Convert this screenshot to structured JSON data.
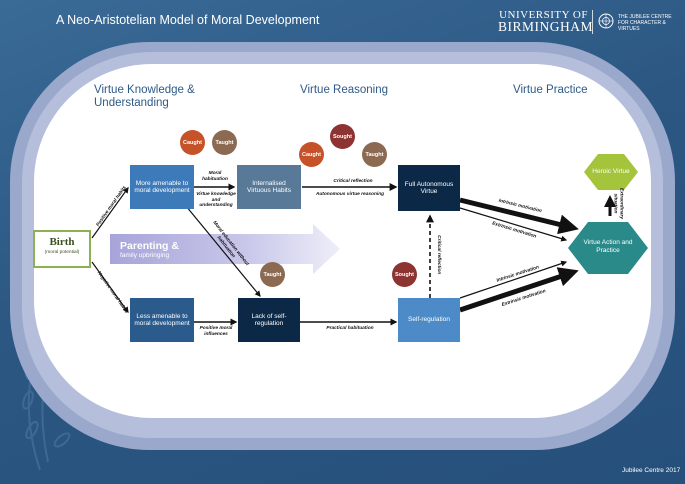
{
  "header": {
    "title": "A Neo-Aristotelian Model of Moral Development",
    "university_line1": "UNIVERSITY OF",
    "university_line2": "BIRMINGHAM",
    "centre_line1": "THE JUBILEE CENTRE",
    "centre_line2": "FOR CHARACTER & VIRTUES"
  },
  "columns": {
    "knowledge": "Virtue Knowledge & Understanding",
    "reasoning": "Virtue Reasoning",
    "practice": "Virtue Practice"
  },
  "nodes": {
    "birth_title": "Birth",
    "birth_sub": "(moral potential)",
    "more_amenable": "More amenable to moral development",
    "less_amenable": "Less amenable to moral development",
    "internalised": "Internalised Virtuous Habits",
    "lack_self_regulation": "Lack of self-regulation",
    "full_autonomous": "Full Autonomous Virtue",
    "self_regulation": "Self-regulation",
    "virtue_action": "Virtue Action and Practice",
    "heroic": "Heroic Virtue"
  },
  "badges": {
    "caught": "Caught",
    "taught": "Taught",
    "sought": "Sought"
  },
  "parenting": {
    "title": "Parenting &",
    "subtitle": "family upbringing"
  },
  "edges": {
    "positive_moral_habits": "Positive moral habits",
    "negative_moral_habits": "Negative moral habits",
    "moral_habituation": "Moral habituation",
    "virtue_knowledge_understanding": "Virtue knowledge and understanding",
    "moral_education_without_habituation": "Moral education without habituation",
    "positive_moral_influences": "Positive moral influences",
    "critical_reflection": "Critical reflection",
    "autonomous_virtue_reasoning": "Autonomous virtue reasoning",
    "practical_habituation": "Practical habituation",
    "critical_reflection_vertical": "Critical reflection",
    "intrinsic_motivation": "Intrinsic motivation",
    "extrinsic_motivation": "Extrinsic motivation",
    "extraordinary_situation": "Extraordinary situation"
  },
  "footer": "Jubilee Centre 2017",
  "colors": {
    "background": "#2c5783",
    "track": "#b5bfdc",
    "caught": "#c6522a",
    "taught": "#8c6a52",
    "sought": "#8d3331",
    "virtue_action": "#2a8a8a",
    "heroic": "#a4c43c",
    "birth_border": "#8cb052"
  }
}
